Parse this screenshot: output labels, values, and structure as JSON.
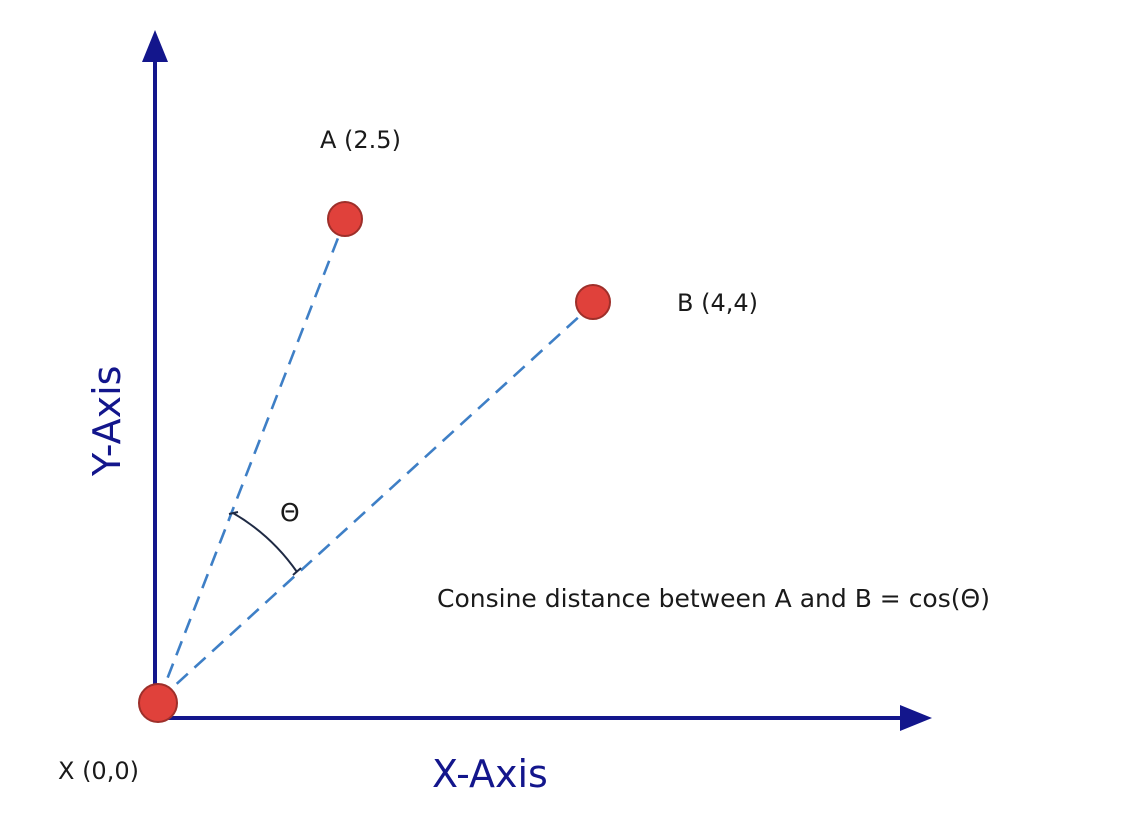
{
  "colors": {
    "axis": "#13168c",
    "dashed_line": "#3e7fc6",
    "point_fill": "#e0413b",
    "point_stroke": "#9e2f2a"
  },
  "axes": {
    "x_label": "X-Axis",
    "y_label": "Y-Axis"
  },
  "points": {
    "origin": {
      "label": "X (0,0)"
    },
    "a": {
      "label": "A (2.5)"
    },
    "b": {
      "label": "B (4,4)"
    }
  },
  "angle": {
    "symbol": "Θ"
  },
  "caption": "Consine distance between A and B = cos(Θ)"
}
